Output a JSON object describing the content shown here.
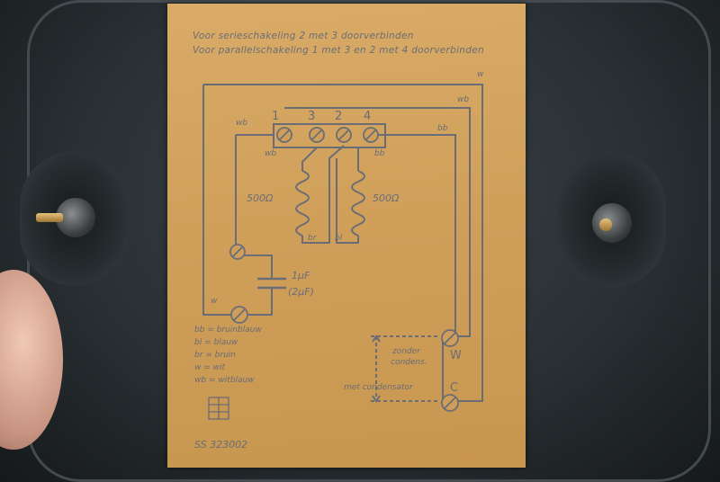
{
  "label": {
    "instruction_series": "Voor serieschakeling 2 met 3 doorverbinden",
    "instruction_parallel": "Voor parallelschakeling 1 met 3 en 2 met 4 doorverbinden",
    "terminals_top": [
      "1",
      "3",
      "2",
      "4"
    ],
    "wire_codes": {
      "w_top": "w",
      "wb_right": "wb",
      "bb_right": "bb",
      "wb_left": "wb",
      "wb_coil": "wb",
      "bb_coil": "bb",
      "br": "br",
      "bl": "bl",
      "w_bottom": "w"
    },
    "coil_left": "500Ω",
    "coil_right": "500Ω",
    "capacitor": [
      "1μF",
      "(2μF)"
    ],
    "legend": [
      "bb = bruinblauw",
      "bl = blauw",
      "br = bruin",
      "w = wit",
      "wb = witblauw"
    ],
    "without_capacitor": [
      "zonder",
      "condens."
    ],
    "with_capacitor": "met condensator",
    "terminal_W": "W",
    "terminal_C": "C",
    "part_number": "SS 323002"
  },
  "colors": {
    "paper": "#cf9f5a",
    "ink": "#6a6d75",
    "metal": "#2a3034"
  }
}
